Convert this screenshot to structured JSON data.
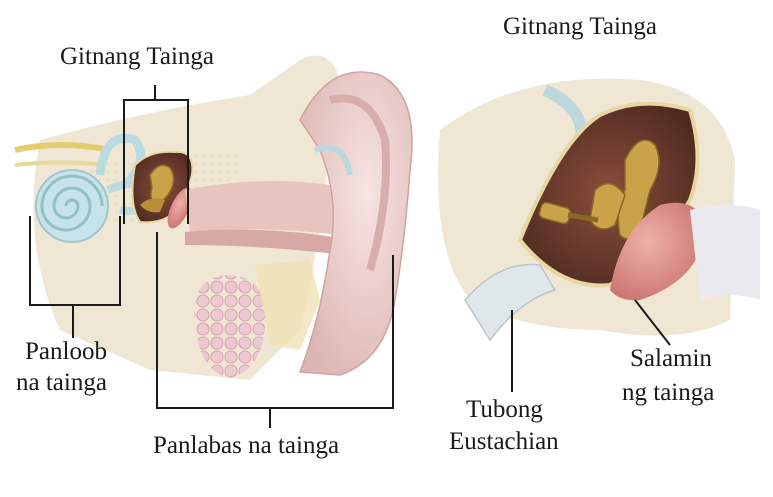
{
  "labels": {
    "middle_ear_left": "Gitnang Tainga",
    "middle_ear_right": "Gitnang Tainga",
    "inner_ear_line1": "Panloob",
    "inner_ear_line2": "na tainga",
    "outer_ear": "Panlabas na tainga",
    "eustachian_line1": "Tubong",
    "eustachian_line2": "Eustachian",
    "eardrum_line1": "Salamin",
    "eardrum_line2": "ng tainga"
  },
  "colors": {
    "skin": "#f1d6d3",
    "skin_shadow": "#d9b2b0",
    "bone": "#efe6cf",
    "ossicle": "#c9a24a",
    "cochlea": "#bfe0e6",
    "cavity": "#6b3b2e",
    "eardrum": "#d98f8a",
    "gland": "#e8bfc8"
  }
}
